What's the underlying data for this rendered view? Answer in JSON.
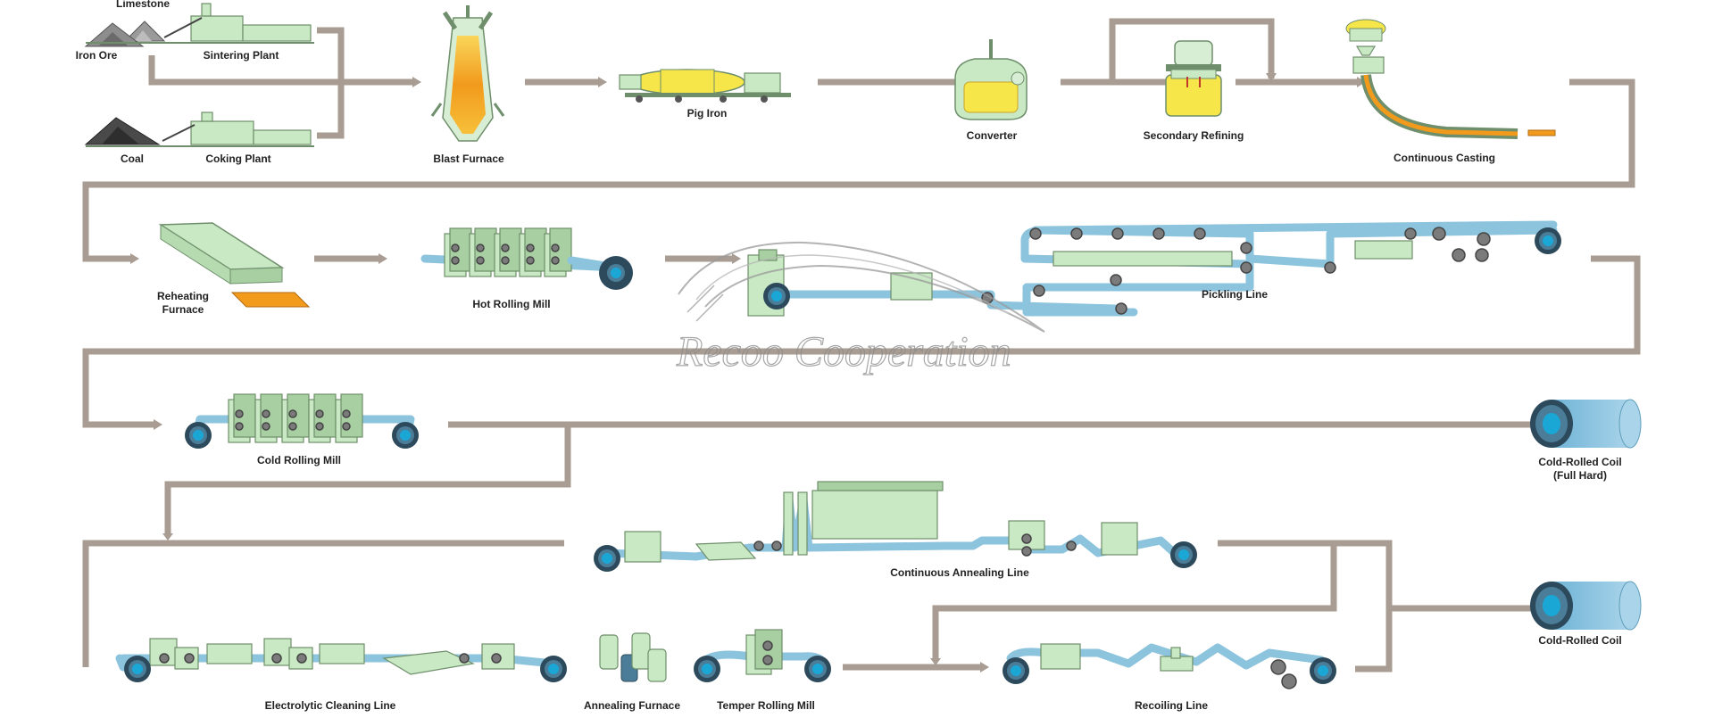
{
  "labels": {
    "limestone": "Limestone",
    "iron_ore": "Iron Ore",
    "sintering_plant": "Sintering Plant",
    "coal": "Coal",
    "coking_plant": "Coking Plant",
    "blast_furnace": "Blast Furnace",
    "pig_iron": "Pig Iron",
    "converter": "Converter",
    "secondary_refining": "Secondary Refining",
    "continuous_casting": "Continuous Casting",
    "reheating_furnace_1": "Reheating",
    "reheating_furnace_2": "Furnace",
    "hot_rolling_mill": "Hot Rolling Mill",
    "pickling_line": "Pickling Line",
    "cold_rolling_mill": "Cold Rolling Mill",
    "cold_rolled_full_hard_1": "Cold-Rolled Coil",
    "cold_rolled_full_hard_2": "(Full Hard)",
    "continuous_annealing_line": "Continuous Annealing Line",
    "cold_rolled_coil": "Cold-Rolled Coil",
    "electrolytic_cleaning_line": "Electrolytic Cleaning Line",
    "annealing_furnace": "Annealing Furnace",
    "temper_rolling_mill": "Temper Rolling Mill",
    "recoiling_line": "Recoiling Line"
  },
  "watermark": "Recoo Cooperation",
  "colors": {
    "pipe": "#a89c93",
    "equipment": "#c9e8c4",
    "strip": "#8cc3dd",
    "coil_core": "#1aa7d6",
    "hot_metal": "#f5a21a",
    "molten": "#f7e64a"
  },
  "icons": [
    "raw-material-pile-icon",
    "blast-furnace-icon",
    "converter-icon",
    "coil-icon",
    "roll-stand-icon"
  ]
}
